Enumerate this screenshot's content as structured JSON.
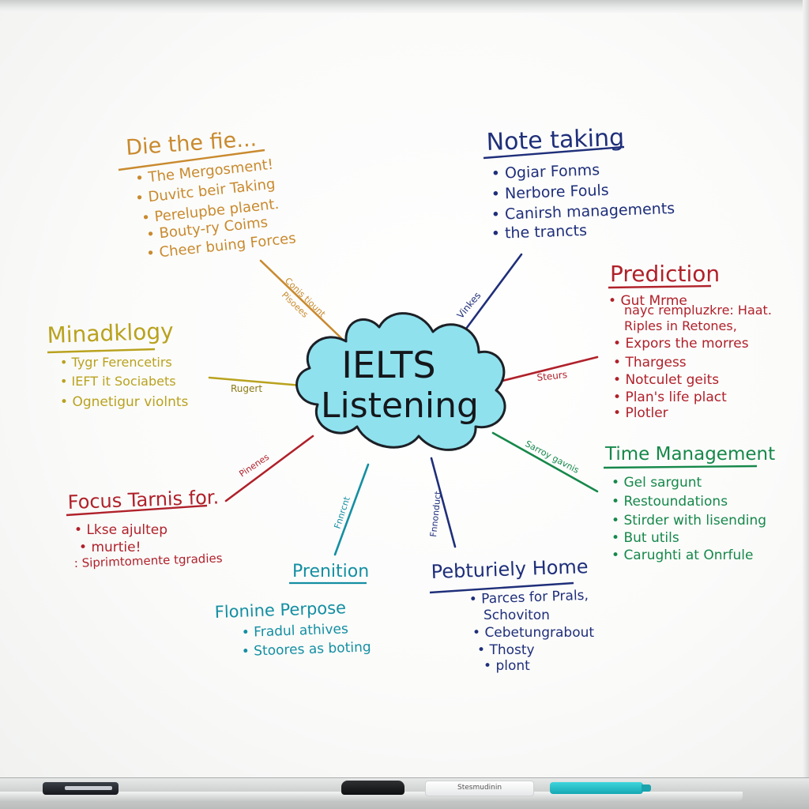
{
  "center": {
    "line1": "IELTS",
    "line2": "Listening"
  },
  "branches": [
    {
      "title": "Die the fie...",
      "items": [
        "The Mergosment!",
        "Duvitc beir Taking",
        "Perelupbe plaent.",
        "Bouty-ry Coims",
        "Cheer buing Forces"
      ],
      "connector": [
        "Conis tiount",
        "Pisoees"
      ]
    },
    {
      "title": "Note taking",
      "items": [
        "Ogiar Fonms",
        "Nerbore Fouls",
        "Canirsh managements",
        "the trancts"
      ],
      "connector": [
        "Vinkes"
      ]
    },
    {
      "title": "Prediction",
      "items": [
        "Gut Mrme",
        "nayc rempluzkre: Haat.",
        "Riples in Retones,",
        "Expors the morres",
        "Thargess",
        "Notculet geits",
        "Plan's life plact",
        "Plotler"
      ],
      "connector": [
        "Steurs"
      ]
    },
    {
      "title": "Minadklogy",
      "items": [
        "Tygr Ferencetirs",
        "IEFT it Sociabets",
        "Ognetigur violnts"
      ],
      "connector": [
        "Rugert"
      ]
    },
    {
      "title": "Time Management",
      "items": [
        "Gel sargunt",
        "Restoundations",
        "Stirder with lisending",
        "But utils",
        "Carughti at Onrfule"
      ],
      "connector": [
        "Sarroy gavnis"
      ]
    },
    {
      "title": "Focus Tarnis for.",
      "items": [
        "Lkse ajultep",
        "murtie!",
        "Siprimtomente tgradies"
      ],
      "connector": [
        "Pinenes"
      ]
    },
    {
      "title": "Prenition",
      "subtitle": "Flonine Perpose",
      "items": [
        "Fradul athives",
        "Stoores as boting"
      ],
      "connector": [
        "Fnnrcnt"
      ]
    },
    {
      "title": "Pebturiely Home",
      "items": [
        "Parces for Prals,",
        "Schoviton",
        "Cebetungrabout",
        "Thosty",
        "plont"
      ],
      "connector": [
        "Fnnonduct"
      ]
    }
  ],
  "tray": {
    "marker_label": "Stesmudinin"
  },
  "colors": {
    "orange": "#c98a2e",
    "navy": "#1f2f7a",
    "red": "#b0212a",
    "olive": "#b9a21e",
    "green": "#16884a",
    "teal": "#148fa2",
    "cloud": "#8fe1ee"
  }
}
